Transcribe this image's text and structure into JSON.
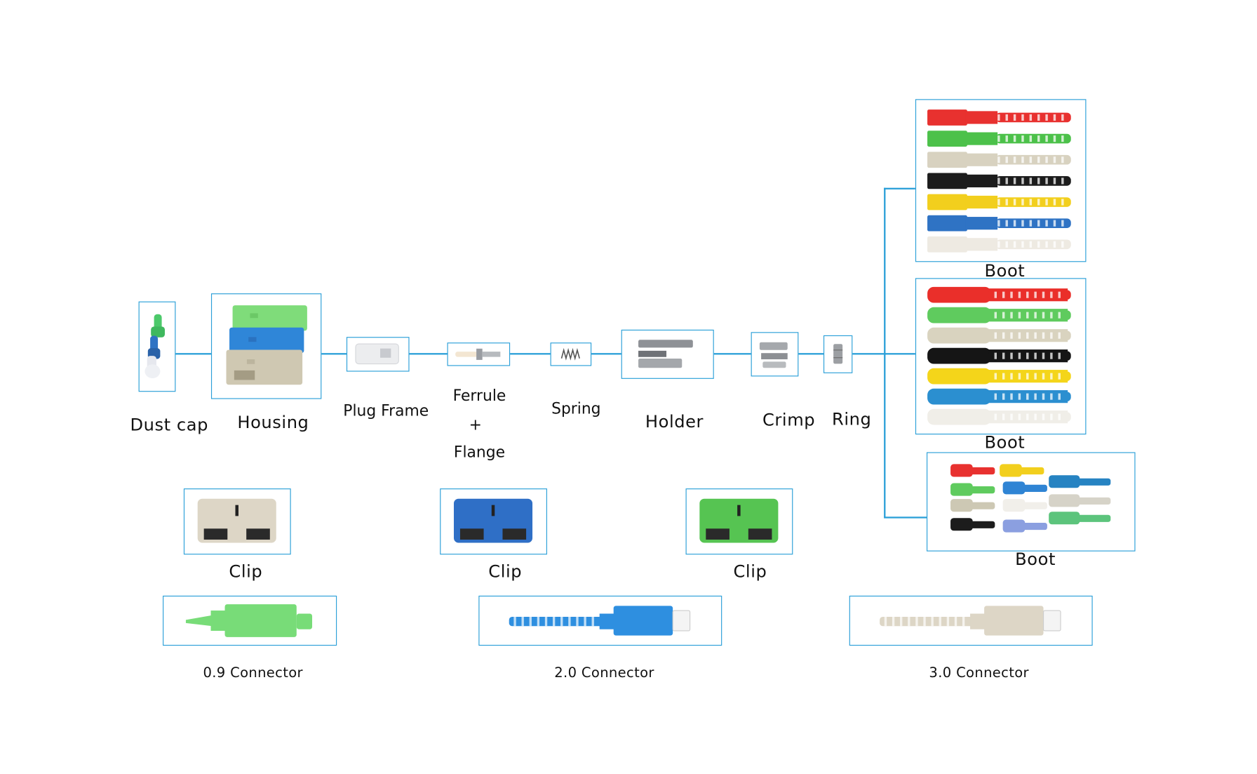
{
  "parts": {
    "dust_cap": "Dust cap",
    "housing": "Housing",
    "plug_frame": "Plug Frame",
    "ferrule": "Ferrule",
    "plus": "+",
    "flange": "Flange",
    "spring": "Spring",
    "holder": "Holder",
    "crimp": "Crimp",
    "ring": "Ring"
  },
  "boots": [
    {
      "label": "Boot",
      "colors": [
        "#e8312f",
        "#4cc14a",
        "#d8d2c0",
        "#1c1c1c",
        "#f2cf1d",
        "#2f73c4",
        "#eeeae2"
      ]
    },
    {
      "label": "Boot",
      "colors": [
        "#ea2f2a",
        "#5fcb5e",
        "#d9d3bf",
        "#151515",
        "#f4d51a",
        "#2b8fd0",
        "#f0eee8"
      ]
    },
    {
      "label": "Boot",
      "colors": [
        "#e8312f",
        "#f2cf1d",
        "#2683c2",
        "#5fcb5e",
        "#2f84d4",
        "#d6d3c8",
        "#cdc8b4",
        "#f1efea",
        "#5cc47c",
        "#1c1c1c",
        "#8b9fe0"
      ]
    }
  ],
  "clips": [
    {
      "label": "Clip",
      "color": "#ddd6c6"
    },
    {
      "label": "Clip",
      "color": "#2f6fc6"
    },
    {
      "label": "Clip",
      "color": "#56c452"
    }
  ],
  "connectors": [
    {
      "label": "0.9 Connector",
      "color": "#78dc78"
    },
    {
      "label": "2.0 Connector",
      "color": "#2e8fe0"
    },
    {
      "label": "3.0 Connector",
      "color": "#ddd6c6"
    }
  ],
  "colors": {
    "frame": "#2a9fd8"
  }
}
